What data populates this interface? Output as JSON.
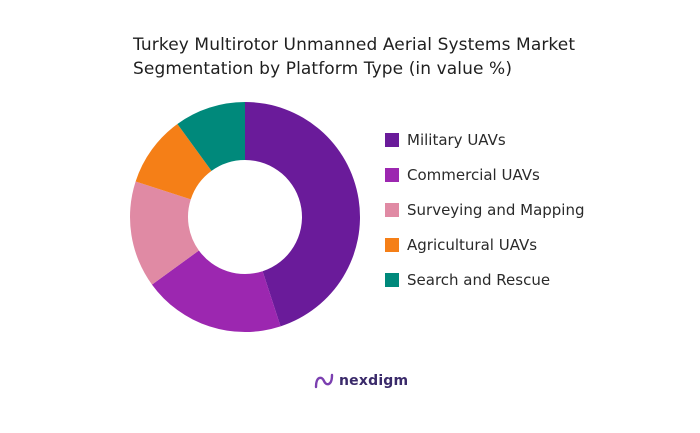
{
  "title_line1": "Turkey Multirotor Unmanned Aerial Systems Market",
  "title_line2": "Segmentation by Platform Type (in value %)",
  "brand": {
    "name": "nexdigm",
    "logo_icon": "nexdigm-logo-icon",
    "color": "#3a2a6a"
  },
  "chart_data": {
    "type": "pie",
    "donut": true,
    "categories": [
      "Military UAVs",
      "Commercial UAVs",
      "Surveying and Mapping",
      "Agricultural UAVs",
      "Search and Rescue"
    ],
    "values": [
      45,
      20,
      15,
      10,
      10
    ],
    "colors": [
      "#6a1b9a",
      "#9c27b0",
      "#e08aa4",
      "#f57f17",
      "#00897b"
    ],
    "title": "Turkey Multirotor Unmanned Aerial Systems Market Segmentation by Platform Type (in value %)",
    "legend_position": "right"
  }
}
